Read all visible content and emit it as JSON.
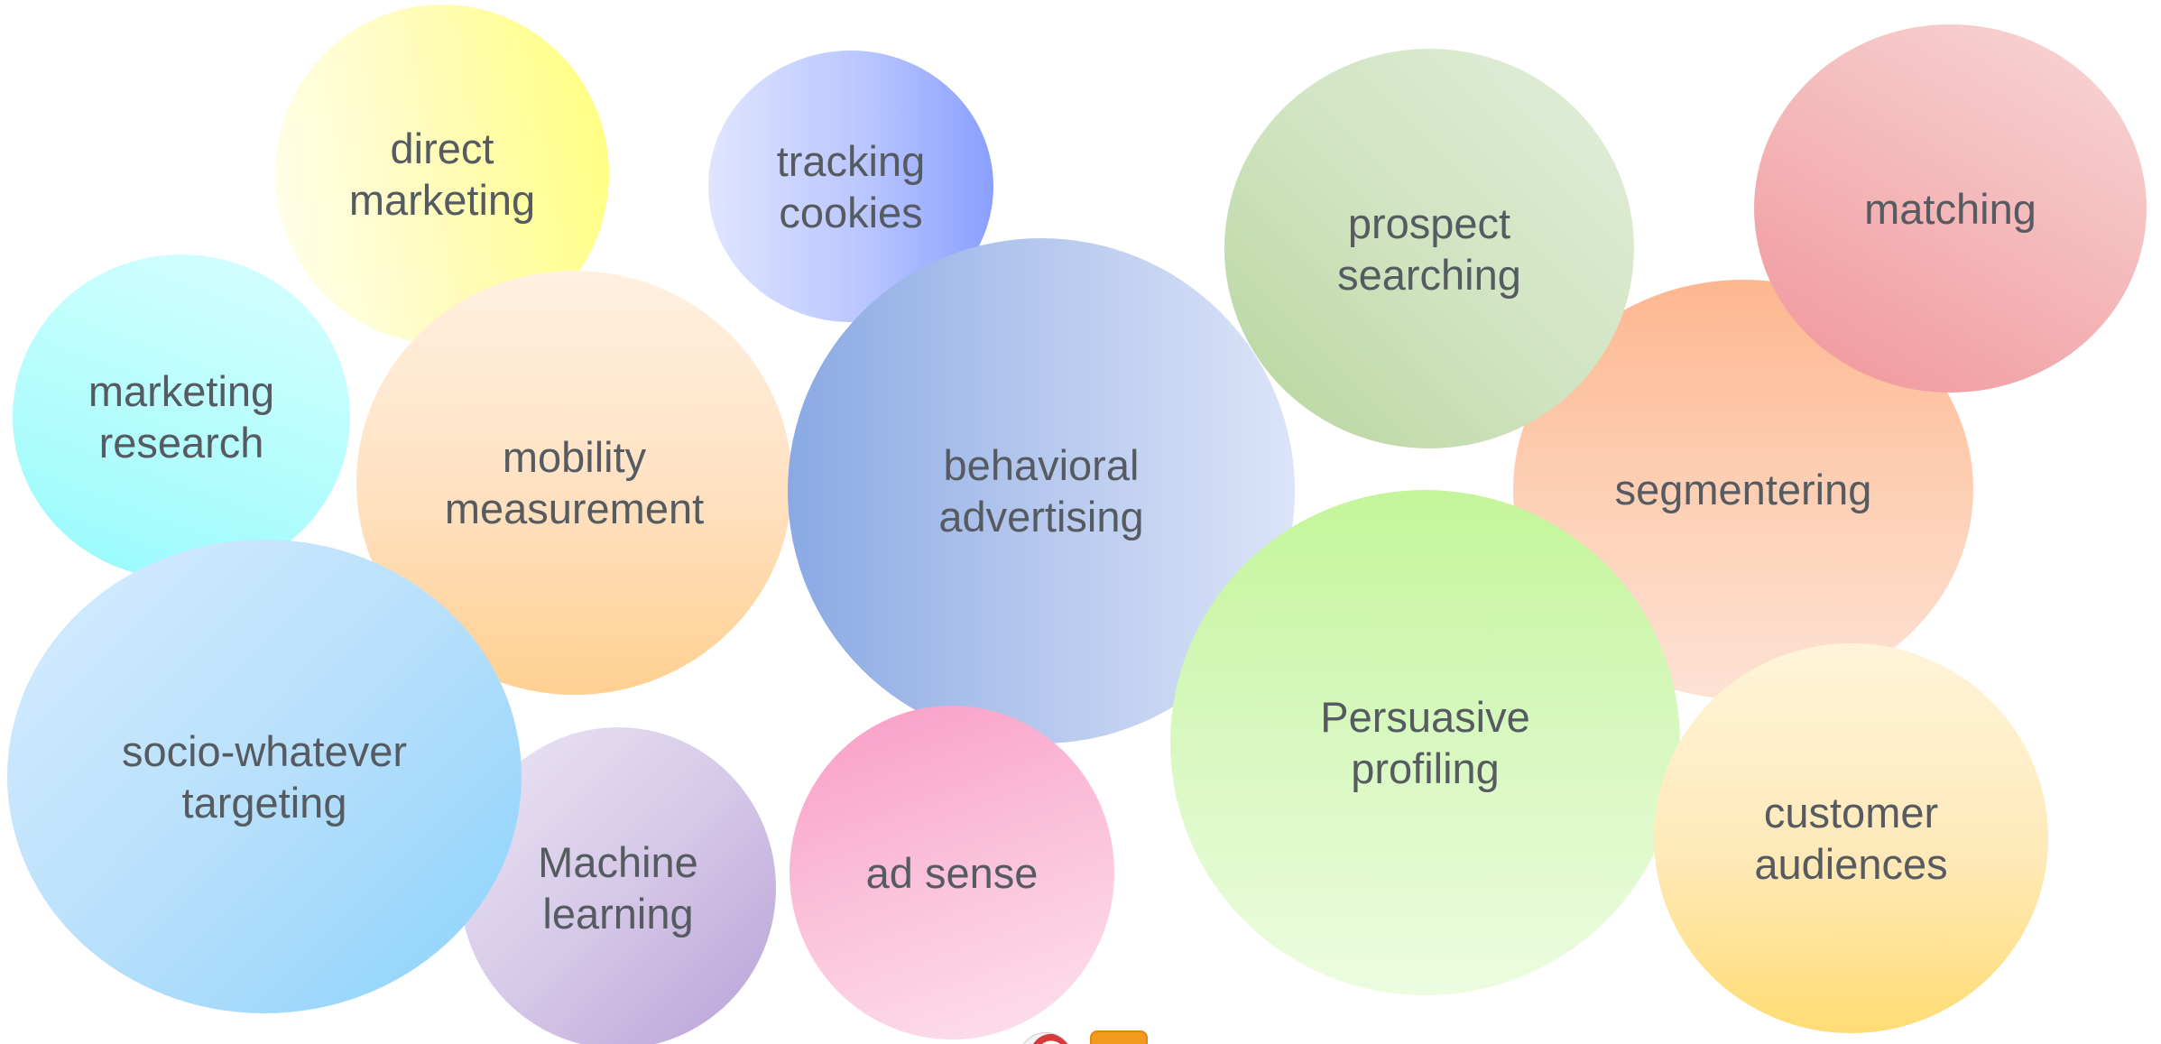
{
  "bubbles": {
    "direct_marketing": "direct\nmarketing",
    "tracking_cookies": "tracking\ncookies",
    "prospect_searching": "prospect\nsearching",
    "matching": "matching",
    "marketing_research": "marketing\nresearch",
    "mobility_measurement": "mobility\nmeasurement",
    "behavioral_advertising": "behavioral\nadvertising",
    "segmentering": "segmentering",
    "socio_whatever_targeting": "socio-whatever\ntargeting",
    "machine_learning": "Machine\nlearning",
    "ad_sense": "ad sense",
    "persuasive_profiling": "Persuasive\nprofiling",
    "customer_audiences": "customer\naudiences"
  },
  "colors": {
    "label_text": "#555b61",
    "direct_marketing": "#ffff7a",
    "tracking_cookies": "#8a9fff",
    "prospect_searching": "#b6d49c",
    "matching": "#f0949a",
    "marketing_research": "#95fafc",
    "mobility_measurement": "#ffd091",
    "behavioral_advertising": "#8aa9e4",
    "segmentering": "#fdb790",
    "socio_whatever_targeting": "#8ad2fc",
    "machine_learning": "#b8a0d6",
    "ad_sense": "#f89cc6",
    "persuasive_profiling": "#c4f59a",
    "customer_audiences": "#ffdc74"
  },
  "footer_icons": [
    "swirl-logo-icon",
    "orange-box-icon"
  ]
}
